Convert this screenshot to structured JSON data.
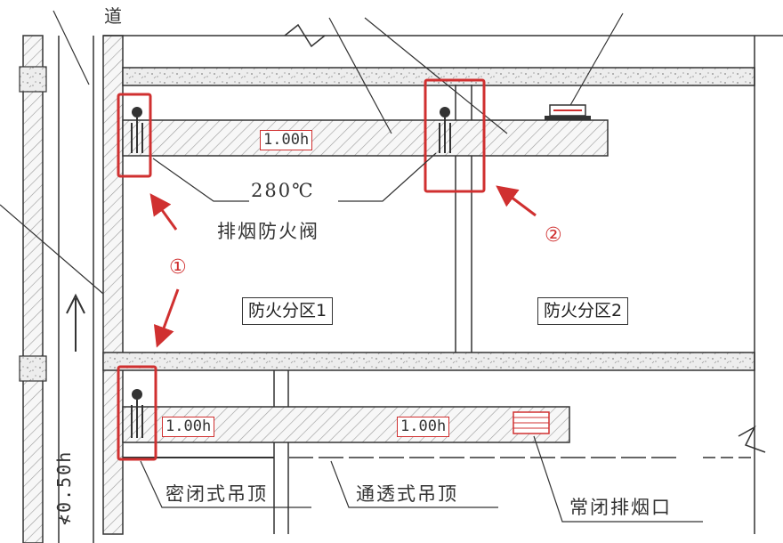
{
  "labels": {
    "corridor": "道",
    "temperature": "280℃",
    "damper": "排烟防火阀",
    "zone1": "防火分区1",
    "zone2": "防火分区2",
    "callout1": "①",
    "callout2": "②",
    "rating_top": "1.00h",
    "rating_bottom_left": "1.00h",
    "rating_bottom_mid": "1.00h",
    "ceiling_sealed": "密闭式吊顶",
    "ceiling_open": "通透式吊顶",
    "vent": "常闭排烟口",
    "wall_rating": "≮0.50h"
  },
  "colors": {
    "line": "#333333",
    "highlight": "#d03030",
    "hatch": "#8a8a8a",
    "slab_fill": "#e9e9e9"
  }
}
